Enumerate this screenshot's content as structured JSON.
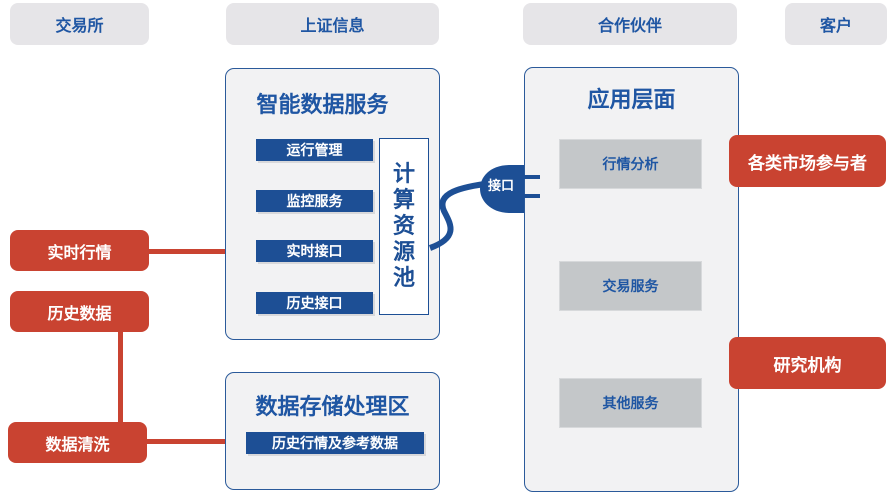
{
  "headers": {
    "exchange": "交易所",
    "sse_info": "上证信息",
    "partners": "合作伙伴",
    "clients": "客户"
  },
  "smart_data_service": {
    "title": "智能数据服务",
    "items": [
      "运行管理",
      "监控服务",
      "实时接口",
      "历史接口"
    ],
    "compute_pool": [
      "计",
      "算",
      "资",
      "源",
      "池"
    ]
  },
  "data_storage": {
    "title": "数据存储处理区",
    "item": "历史行情及参考数据"
  },
  "interface_label": "接口",
  "application_layer": {
    "title": "应用层面",
    "items": [
      "行情分析",
      "交易服务",
      "其他服务"
    ]
  },
  "exchange_sources": {
    "realtime": "实时行情",
    "history": "历史数据",
    "cleaning": "数据清洗"
  },
  "clients": {
    "market_participants": "各类市场参与者",
    "research": "研究机构"
  },
  "colors": {
    "blue": "#1d4f95",
    "red": "#c94331",
    "header_bg": "#e6e5e8",
    "panel_bg": "#f2f2f3",
    "gray_box": "#c4c7c9"
  }
}
